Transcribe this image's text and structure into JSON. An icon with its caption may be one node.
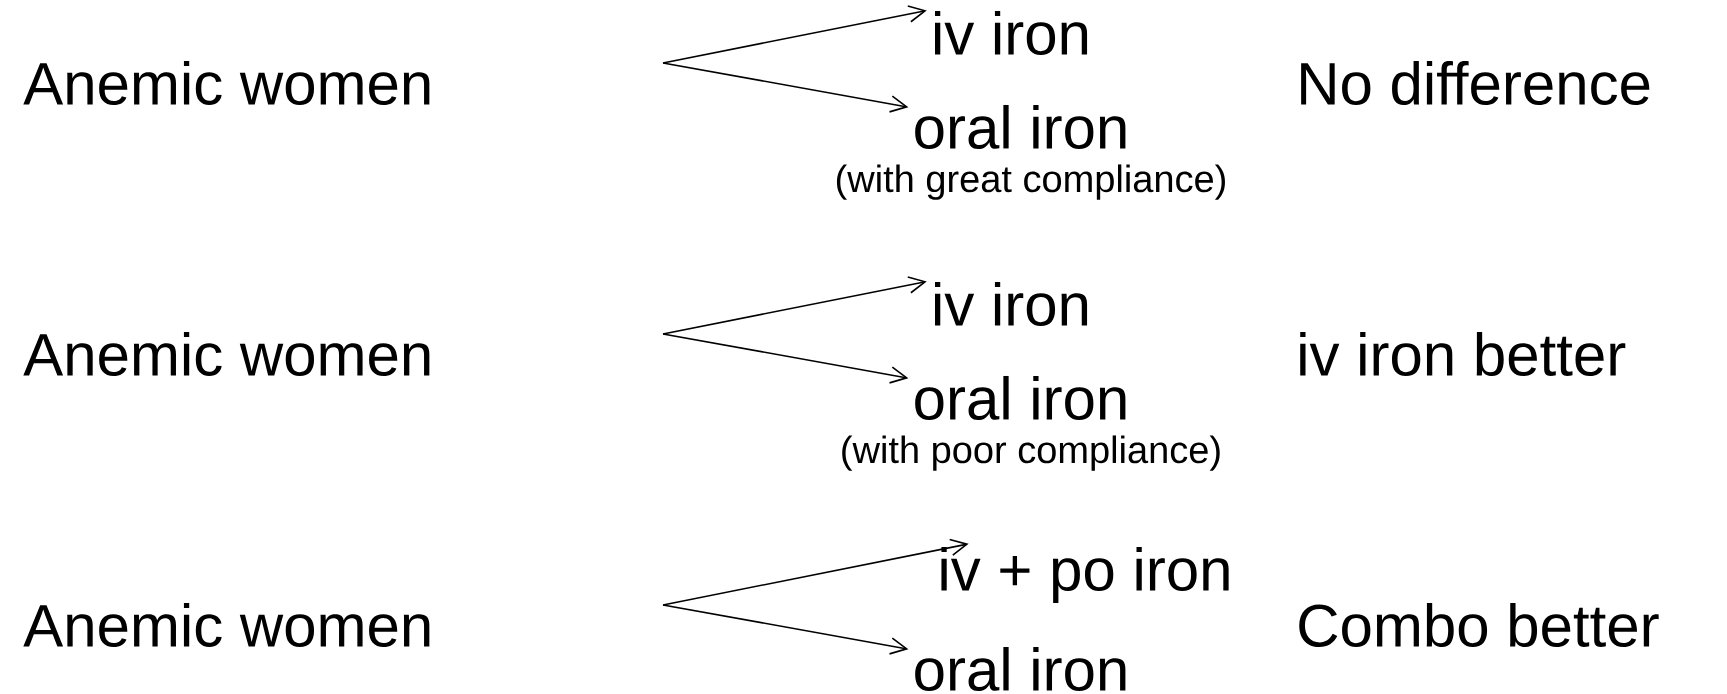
{
  "diagram": {
    "nodes": [
      {
        "text": [
          "Anemic women"
        ]
      },
      {
        "text": [
          "iv iron"
        ]
      },
      {
        "text": [
          "oral iron"
        ],
        "beside": [
          "(with great compliance)"
        ]
      },
      {
        "text": [
          "Anemic women"
        ]
      },
      {
        "text": [
          "iv iron"
        ]
      },
      {
        "text": [
          "oral iron"
        ],
        "beside": [
          "(with poor compliance)"
        ]
      },
      {
        "text": [
          "Anemic women"
        ]
      },
      {
        "text": [
          "iv + po iron"
        ]
      },
      {
        "text": [
          "oral iron"
        ]
      }
    ],
    "edges": [
      {
        "from": null,
        "to": 1,
        "arrow": "to"
      },
      {
        "from": null,
        "to": 2,
        "arrow": "to"
      },
      {
        "from": null,
        "to": 4,
        "arrow": "to"
      },
      {
        "from": null,
        "to": 5,
        "arrow": "to"
      },
      {
        "from": null,
        "to": 7,
        "arrow": "to"
      },
      {
        "from": null,
        "to": 8,
        "arrow": "to"
      }
    ],
    "labels": [
      "No difference",
      "iv iron better",
      "Combo better"
    ]
  }
}
